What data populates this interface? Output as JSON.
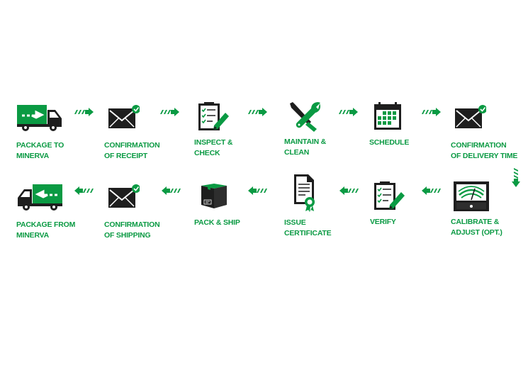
{
  "colors": {
    "accent": "#0a9a43",
    "icon": "#1e1e1e"
  },
  "row_top": [
    {
      "label": "PACKAGE TO\nMINERVA",
      "icon": "truck-right-icon"
    },
    {
      "label": "CONFIRMATION\nOF RECEIPT",
      "icon": "envelope-check-icon"
    },
    {
      "label": "INSPECT &\nCHECK",
      "icon": "checklist-pen-icon"
    },
    {
      "label": "MAINTAIN &\nCLEAN",
      "icon": "wrench-screwdriver-icon"
    },
    {
      "label": "SCHEDULE",
      "icon": "calendar-icon"
    },
    {
      "label": "CONFIRMATION\nOF DELIVERY TIME",
      "icon": "envelope-check-icon"
    }
  ],
  "row_bottom": [
    {
      "label": "PACKAGE FROM\nMINERVA",
      "icon": "truck-left-icon"
    },
    {
      "label": "CONFIRMATION\nOF SHIPPING",
      "icon": "envelope-check-icon"
    },
    {
      "label": "PACK & SHIP",
      "icon": "box-icon"
    },
    {
      "label": "ISSUE\nCERTIFICATE",
      "icon": "certificate-icon"
    },
    {
      "label": "VERIFY",
      "icon": "checklist-pen-icon"
    },
    {
      "label": "CALIBRATE &\nADJUST (OPT.)",
      "icon": "meter-icon"
    }
  ]
}
